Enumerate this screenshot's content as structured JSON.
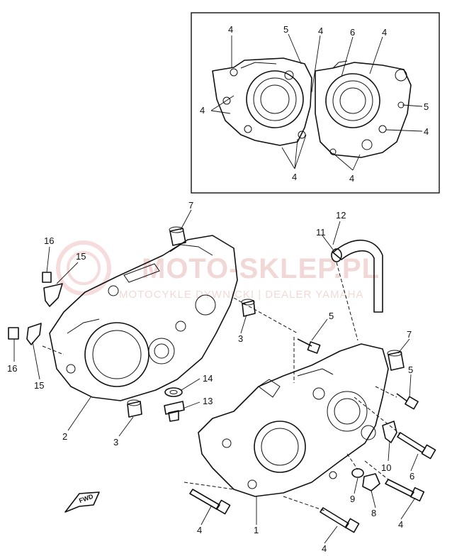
{
  "watermark": {
    "brand": "MOTO-SKLEP.PL",
    "tagline": "MOTOCYKLE DYWNICKI | DEALER YAMAHA"
  },
  "fwd_badge": "FWD",
  "callouts": [
    {
      "id": "inset-4a",
      "text": "4"
    },
    {
      "id": "inset-5a",
      "text": "5"
    },
    {
      "id": "inset-4b",
      "text": "4"
    },
    {
      "id": "inset-6",
      "text": "6"
    },
    {
      "id": "inset-4c",
      "text": "4"
    },
    {
      "id": "inset-5b",
      "text": "5"
    },
    {
      "id": "inset-4d",
      "text": "4"
    },
    {
      "id": "inset-4e",
      "text": "4"
    },
    {
      "id": "inset-4f",
      "text": "4"
    },
    {
      "id": "inset-4g",
      "text": "4"
    },
    {
      "id": "p7a",
      "text": "7"
    },
    {
      "id": "p12",
      "text": "12"
    },
    {
      "id": "p11",
      "text": "11"
    },
    {
      "id": "p16a",
      "text": "16"
    },
    {
      "id": "p15a",
      "text": "15"
    },
    {
      "id": "p3a",
      "text": "3"
    },
    {
      "id": "p5a",
      "text": "5"
    },
    {
      "id": "p7b",
      "text": "7"
    },
    {
      "id": "p16b",
      "text": "16"
    },
    {
      "id": "p15b",
      "text": "15"
    },
    {
      "id": "p14",
      "text": "14"
    },
    {
      "id": "p5b",
      "text": "5"
    },
    {
      "id": "p13",
      "text": "13"
    },
    {
      "id": "p2",
      "text": "2"
    },
    {
      "id": "p3b",
      "text": "3"
    },
    {
      "id": "p10",
      "text": "10"
    },
    {
      "id": "p6",
      "text": "6"
    },
    {
      "id": "p9",
      "text": "9"
    },
    {
      "id": "p8",
      "text": "8"
    },
    {
      "id": "p4a",
      "text": "4"
    },
    {
      "id": "p4b",
      "text": "4"
    },
    {
      "id": "p1",
      "text": "1"
    },
    {
      "id": "p4c",
      "text": "4"
    }
  ]
}
